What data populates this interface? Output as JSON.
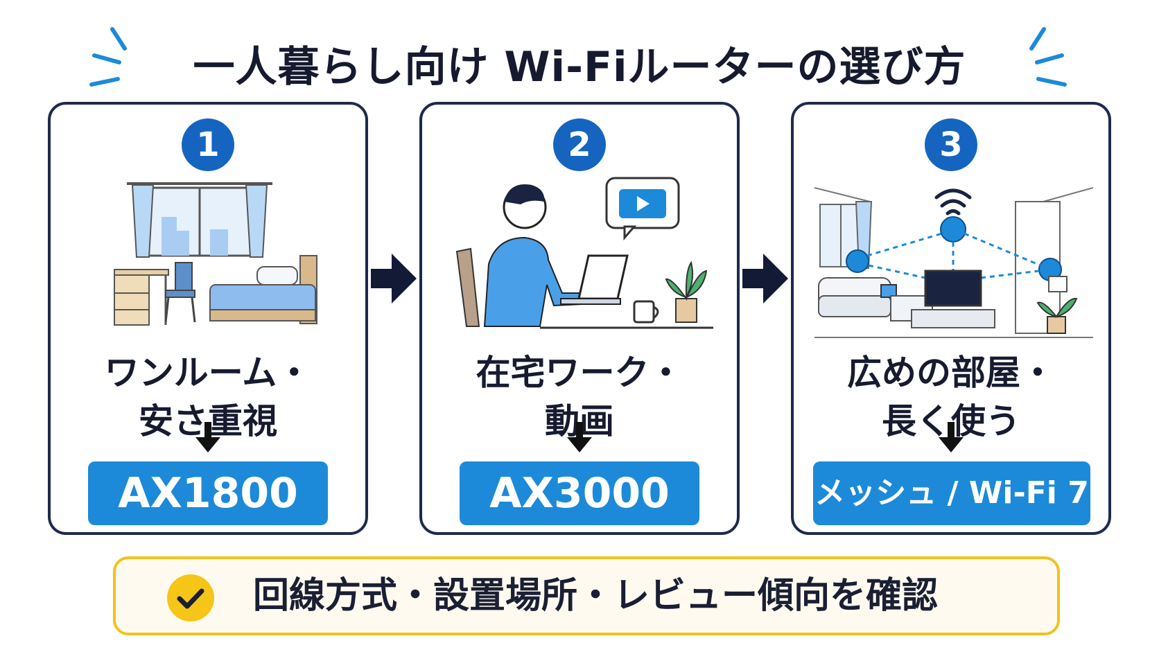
{
  "title": "一人暮らし向け Wi-Fiルーターの選び方",
  "colors": {
    "navy": "#1d2a4d",
    "blue": "#1565c0",
    "result_blue": "#1c8ad8",
    "yellow": "#f2c21b",
    "light_blue": "#cfe3f8"
  },
  "steps": [
    {
      "number": "1",
      "label_line1": "ワンルーム・",
      "label_line2": "安さ重視",
      "result": "AX1800",
      "illustration": "bedroom-illustration"
    },
    {
      "number": "2",
      "label_line1": "在宅ワーク・",
      "label_line2": "動画",
      "result": "AX3000",
      "illustration": "remote-work-illustration"
    },
    {
      "number": "3",
      "label_line1": "広めの部屋・",
      "label_line2": "長く使う",
      "result": "メッシュ / Wi-Fi 7",
      "illustration": "mesh-network-illustration"
    }
  ],
  "note": {
    "icon": "check-icon",
    "text": "回線方式・設置場所・レビュー傾向を確認"
  }
}
